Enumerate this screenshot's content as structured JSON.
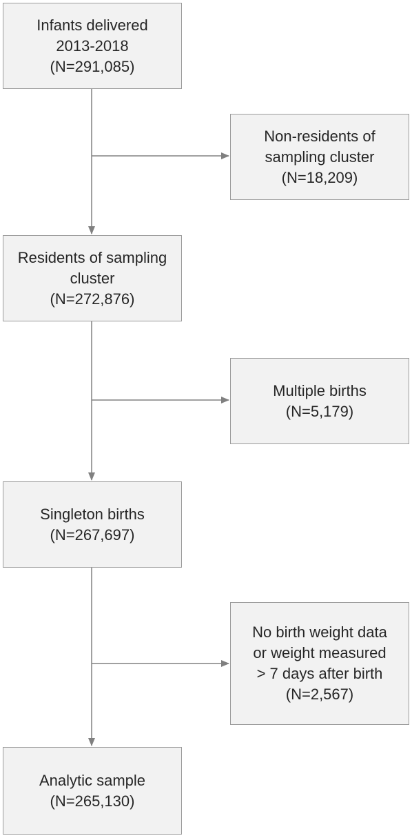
{
  "colors": {
    "box_fill": "#f2f2f2",
    "box_border": "#9a9a9a",
    "connector": "#808080",
    "text": "#262626"
  },
  "flow": {
    "infants": {
      "line1": "Infants delivered",
      "line2": "2013-2018",
      "count": "(N=291,085)"
    },
    "residents": {
      "line1": "Residents of sampling",
      "line2": "cluster",
      "count": "(N=272,876)"
    },
    "singleton": {
      "line1": "Singleton births",
      "count": "(N=267,697)"
    },
    "analytic": {
      "line1": "Analytic sample",
      "count": "(N=265,130)"
    }
  },
  "exclusions": {
    "nonresidents": {
      "line1": "Non-residents of",
      "line2": "sampling cluster",
      "count": "(N=18,209)"
    },
    "multiple": {
      "line1": "Multiple births",
      "count": "(N=5,179)"
    },
    "noweight": {
      "line1": "No birth weight data",
      "line2": "or weight measured",
      "line3": "> 7 days after birth",
      "count": "(N=2,567)"
    }
  }
}
